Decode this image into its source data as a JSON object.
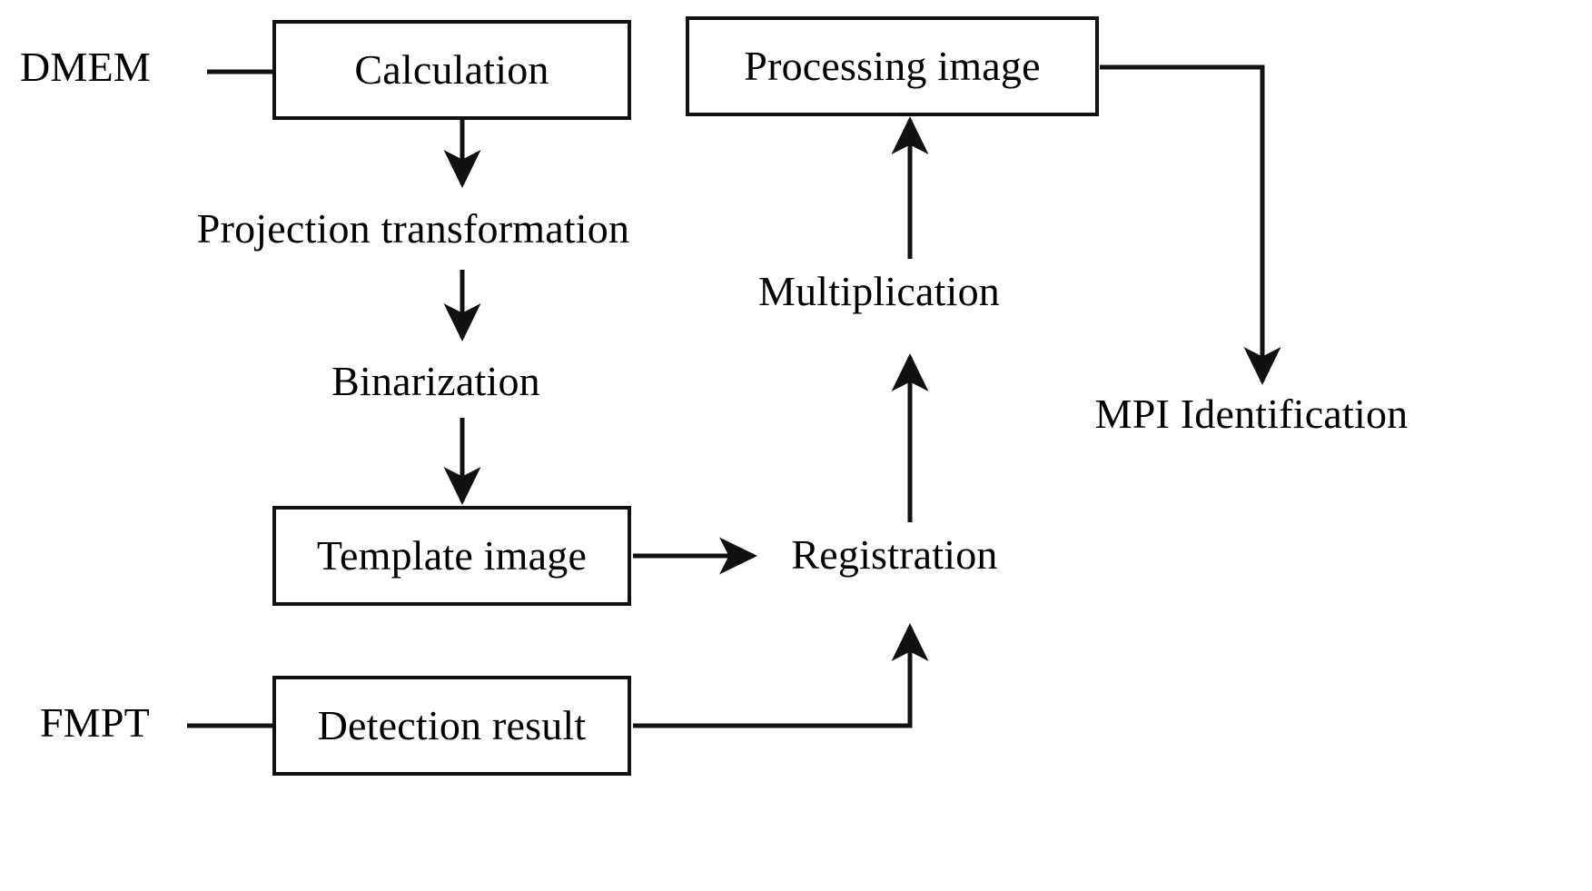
{
  "diagram": {
    "title": "MPI identification processing flowchart",
    "stroke_color": "#111111",
    "background_color": "#ffffff",
    "text_color": "#000000",
    "inputs": [
      {
        "id": "dmem",
        "label": "DMEM"
      },
      {
        "id": "fmpt",
        "label": "FMPT"
      }
    ],
    "boxes": [
      {
        "id": "calculation",
        "label": "Calculation"
      },
      {
        "id": "processing_image",
        "label": "Processing image"
      },
      {
        "id": "template_image",
        "label": "Template image"
      },
      {
        "id": "detection_result",
        "label": "Detection result"
      }
    ],
    "labels": [
      {
        "id": "projection_transformation",
        "label": "Projection transformation"
      },
      {
        "id": "binarization",
        "label": "Binarization"
      },
      {
        "id": "multiplication",
        "label": "Multiplication"
      },
      {
        "id": "registration",
        "label": "Registration"
      },
      {
        "id": "mpi_identification",
        "label": "MPI Identification"
      }
    ],
    "edges": [
      {
        "id": "dmem-to-calculation",
        "from": "DMEM",
        "to": "Calculation",
        "arrow": false
      },
      {
        "id": "calculation-to-projection",
        "from": "Calculation",
        "to": "Projection transformation",
        "arrow": true
      },
      {
        "id": "projection-to-binarization",
        "from": "Projection transformation",
        "to": "Binarization",
        "arrow": true
      },
      {
        "id": "binarization-to-template",
        "from": "Binarization",
        "to": "Template image",
        "arrow": true
      },
      {
        "id": "template-to-registration",
        "from": "Template image",
        "to": "Registration",
        "arrow": true
      },
      {
        "id": "fmpt-to-detection",
        "from": "FMPT",
        "to": "Detection result",
        "arrow": false
      },
      {
        "id": "detection-to-registration",
        "from": "Detection result",
        "to": "Registration",
        "arrow": true
      },
      {
        "id": "registration-to-multiplication",
        "from": "Registration",
        "to": "Multiplication",
        "arrow": true
      },
      {
        "id": "multiplication-to-processing",
        "from": "Multiplication",
        "to": "Processing image",
        "arrow": true
      },
      {
        "id": "processing-to-mpi",
        "from": "Processing image",
        "to": "MPI Identification",
        "arrow": true
      }
    ]
  }
}
